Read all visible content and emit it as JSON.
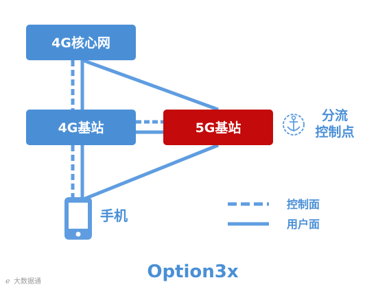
{
  "nodes": {
    "core_4g": "4G核心网",
    "bs_4g": "4G基站",
    "bs_5g": "5G基站",
    "phone": "手机"
  },
  "split_point": {
    "line1": "分流",
    "line2": "控制点",
    "icon": "anchor-icon"
  },
  "legend": {
    "control_plane": "控制面",
    "user_plane": "用户面"
  },
  "title": "Option3x",
  "watermark": "大数据通",
  "colors": {
    "blue_box": "#4a8fd6",
    "red_box": "#c40a0a",
    "line": "#5f9de0",
    "text_blue": "#4a8fd6"
  }
}
